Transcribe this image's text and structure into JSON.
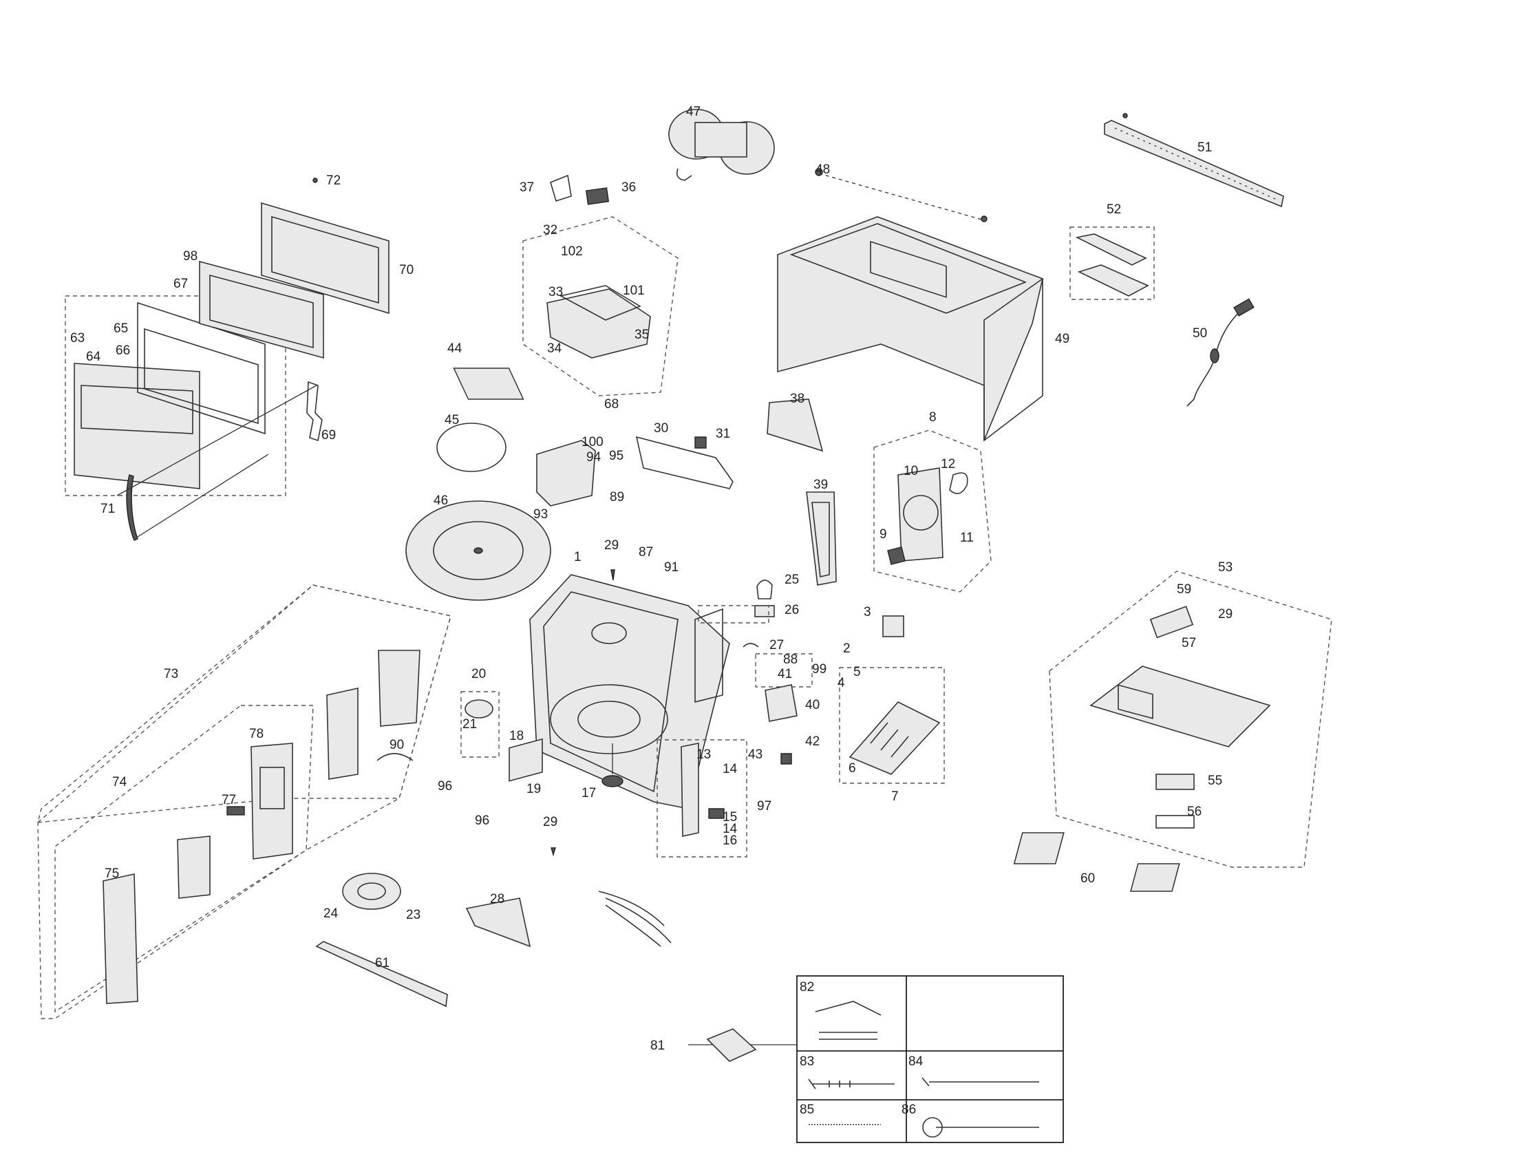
{
  "diagram": {
    "callouts": {
      "n1": "1",
      "n2": "2",
      "n3": "3",
      "n4": "4",
      "n5": "5",
      "n6": "6",
      "n7": "7",
      "n8": "8",
      "n9": "9",
      "n10": "10",
      "n11": "11",
      "n12": "12",
      "n13": "13",
      "n14a": "14",
      "n14b": "14",
      "n15": "15",
      "n16": "16",
      "n17": "17",
      "n18": "18",
      "n19": "19",
      "n20": "20",
      "n21": "21",
      "n23": "23",
      "n24": "24",
      "n25": "25",
      "n26": "26",
      "n27": "27",
      "n28": "28",
      "n29a": "29",
      "n29b": "29",
      "n29c": "29",
      "n30": "30",
      "n31": "31",
      "n32": "32",
      "n33": "33",
      "n34": "34",
      "n35": "35",
      "n36": "36",
      "n37": "37",
      "n38": "38",
      "n39": "39",
      "n40": "40",
      "n41": "41",
      "n42": "42",
      "n43": "43",
      "n44": "44",
      "n45": "45",
      "n46": "46",
      "n47": "47",
      "n48": "48",
      "n49": "49",
      "n50": "50",
      "n51": "51",
      "n52": "52",
      "n53": "53",
      "n55": "55",
      "n56": "56",
      "n57": "57",
      "n59": "59",
      "n60": "60",
      "n61": "61",
      "n63": "63",
      "n64": "64",
      "n65": "65",
      "n66": "66",
      "n67": "67",
      "n68": "68",
      "n69": "69",
      "n70": "70",
      "n71": "71",
      "n72": "72",
      "n73": "73",
      "n74": "74",
      "n75": "75",
      "n77": "77",
      "n78": "78",
      "n81": "81",
      "n87": "87",
      "n88": "88",
      "n89": "89",
      "n90": "90",
      "n91": "91",
      "n93": "93",
      "n94": "94",
      "n95": "95",
      "n96a": "96",
      "n96b": "96",
      "n97": "97",
      "n98": "98",
      "n99": "99",
      "n100": "100",
      "n101": "101",
      "n102": "102"
    },
    "kit": {
      "k82": "82",
      "k83": "83",
      "k84": "84",
      "k85": "85",
      "k86": "86"
    }
  }
}
